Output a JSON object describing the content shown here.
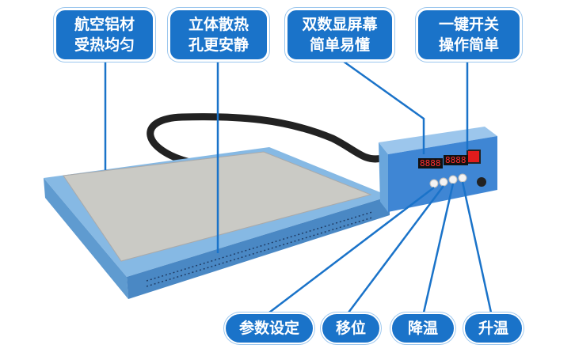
{
  "top_labels": [
    {
      "line1": "航空铝材",
      "line2": "受热均匀"
    },
    {
      "line1": "立体散热",
      "line2": "孔更安静"
    },
    {
      "line1": "双数显屏幕",
      "line2": "简单易懂"
    },
    {
      "line1": "一键开关",
      "line2": "操作简单"
    }
  ],
  "bottom_labels": [
    "参数设定",
    "移位",
    "降温",
    "升温"
  ],
  "displays": [
    "8888",
    "8888"
  ],
  "colors": {
    "label_bg": "#1a73c9",
    "plate_blue": "#7fb3e0",
    "surface": "#c9c9c4",
    "callout_line": "#1a73c9"
  }
}
